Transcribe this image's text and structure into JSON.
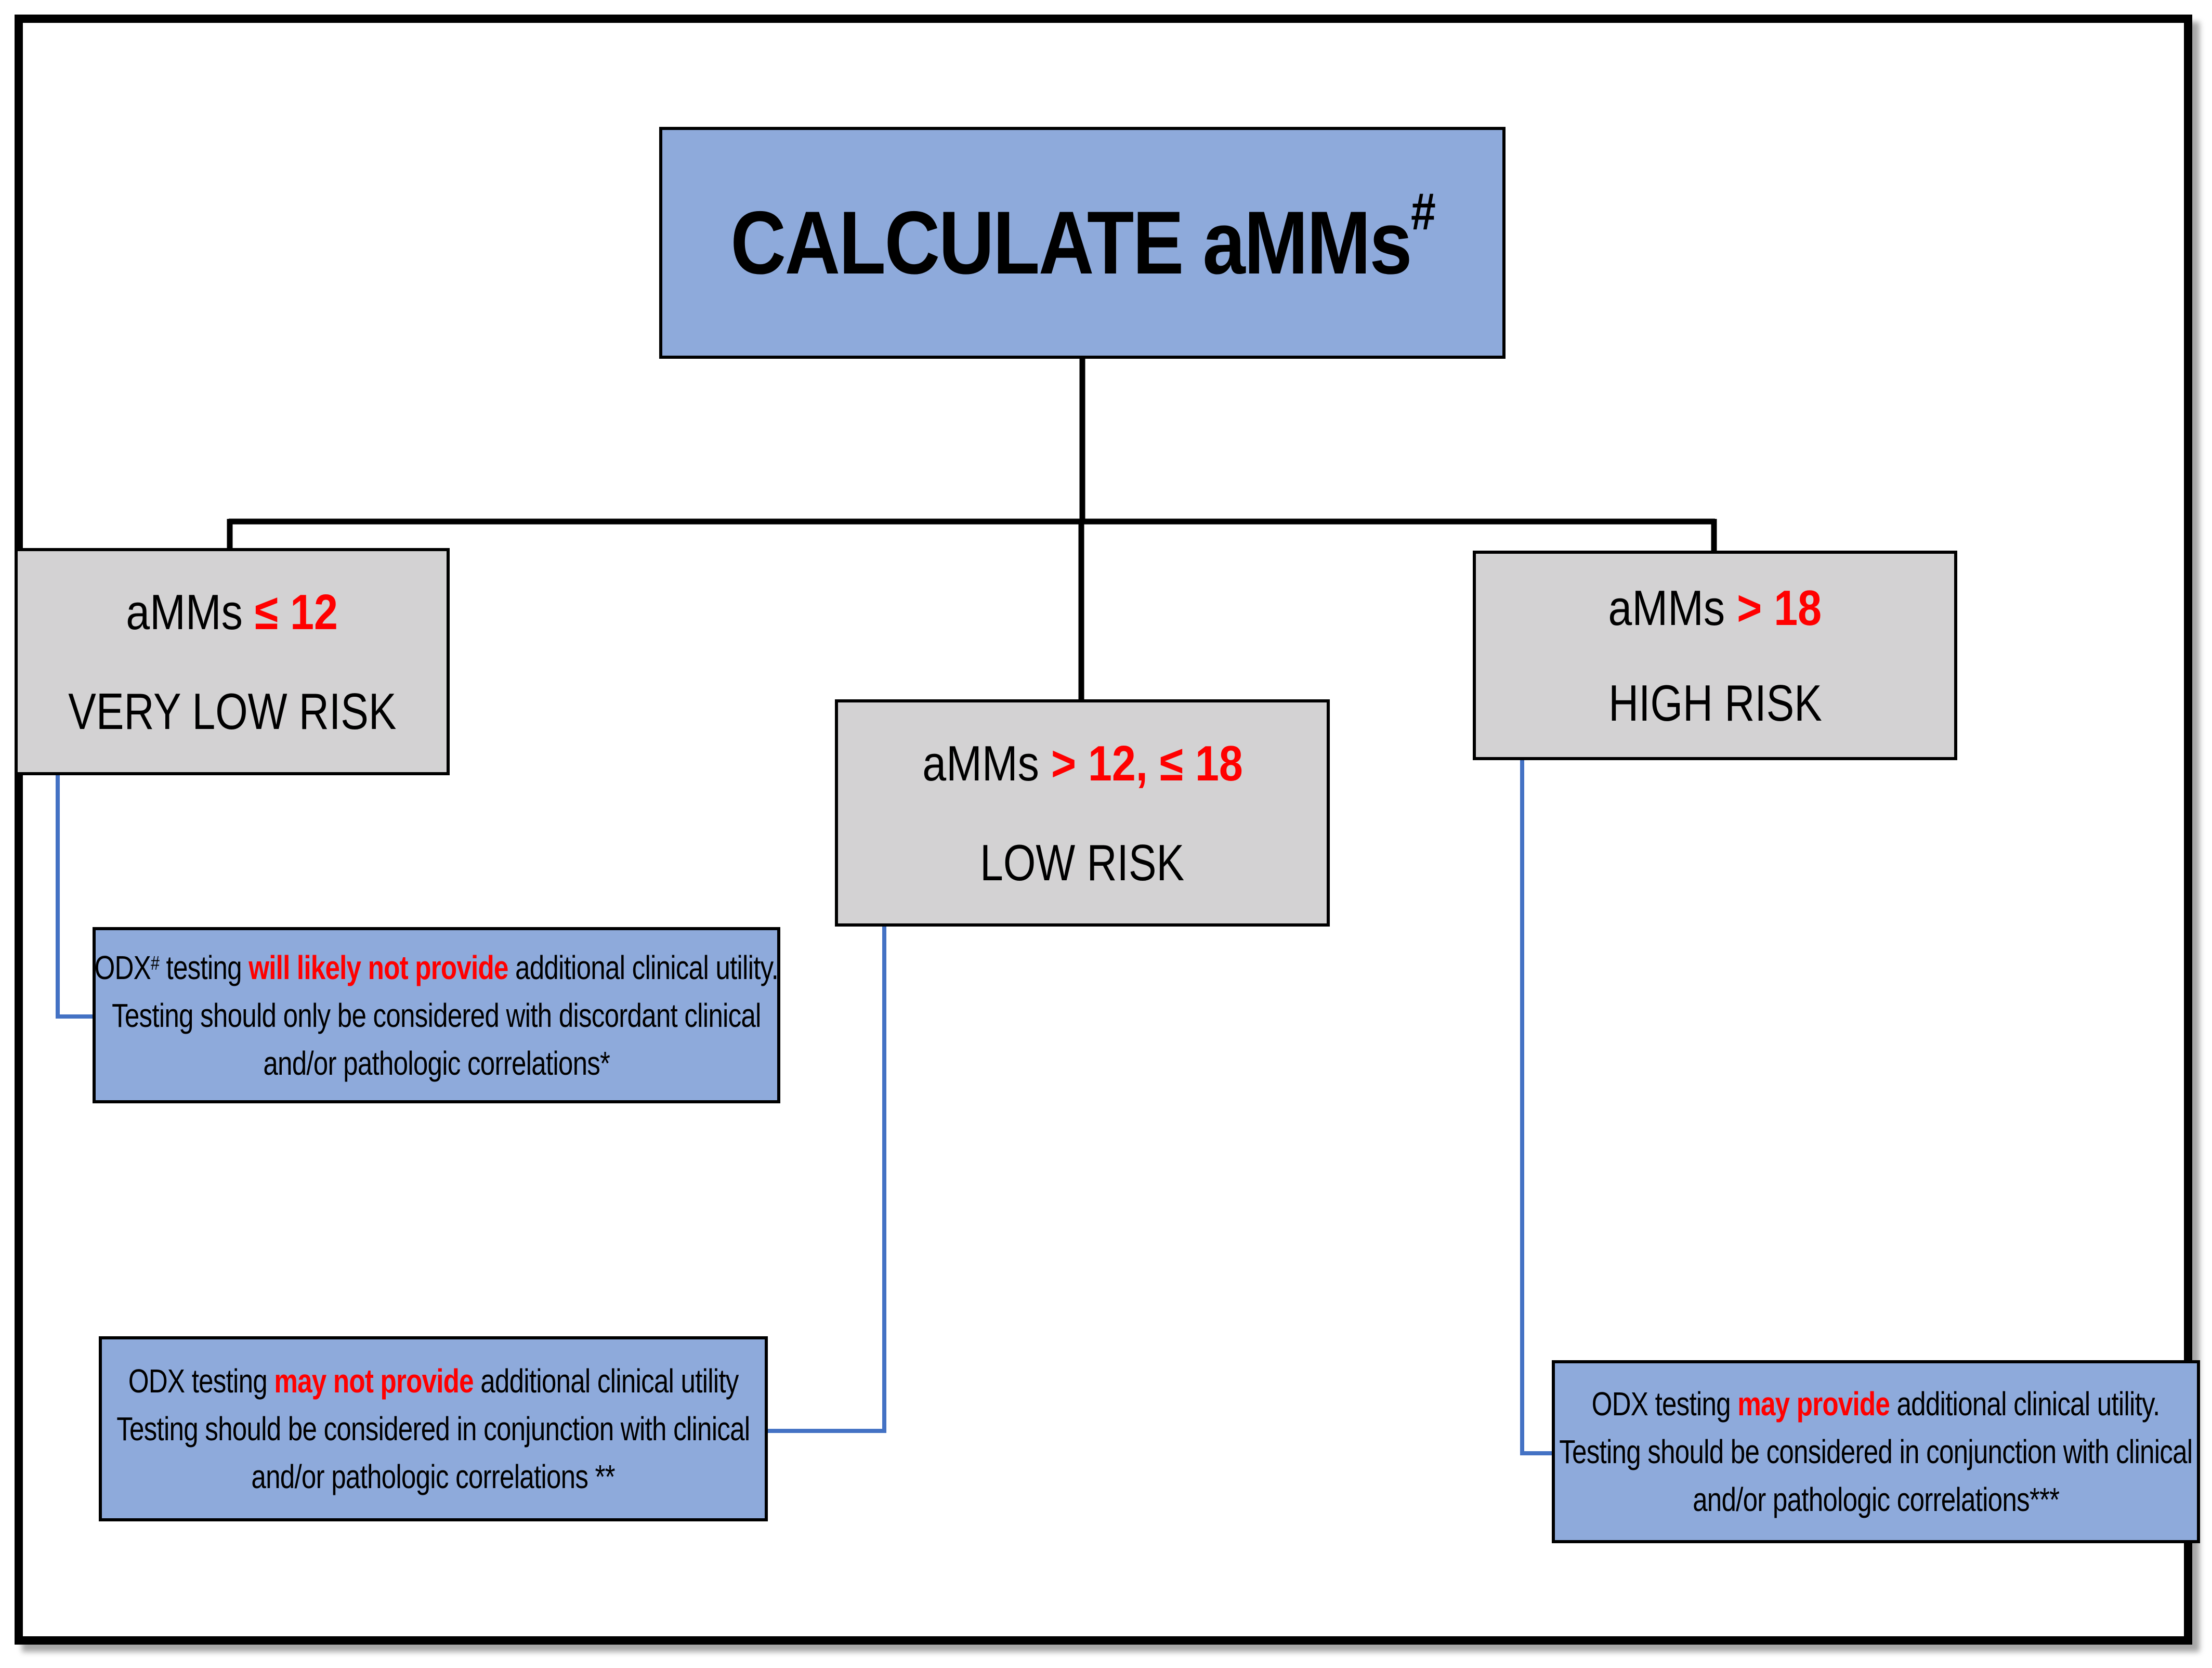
{
  "colors": {
    "box_blue": "#8eaadb",
    "box_gray": "#d3d2d3",
    "emphasis_red": "#ff0000",
    "connector_black": "#000000",
    "connector_blue": "#4472c4"
  },
  "root": {
    "title": "CALCULATE aMMs",
    "superscript": "#"
  },
  "branches": [
    {
      "prefix": "aMMs ",
      "threshold": "≤ 12",
      "risk": "VERY LOW RISK",
      "note": {
        "l1_a": "ODX",
        "l1_sup": "#",
        "l1_b": " testing ",
        "l1_red": "will likely not provide",
        "l1_c": " additional clinical utility.",
        "l2": "Testing should only be considered with discordant clinical",
        "l3": "and/or pathologic correlations*"
      }
    },
    {
      "prefix": "aMMs ",
      "threshold": "> 12, ≤ 18",
      "risk": "LOW RISK",
      "note": {
        "l1_a": "ODX testing ",
        "l1_red": "may not provide",
        "l1_c": " additional clinical  utility",
        "l2": "Testing should be considered in conjunction with clinical",
        "l3": "and/or pathologic correlations **"
      }
    },
    {
      "prefix": "aMMs ",
      "threshold": "> 18",
      "risk": "HIGH RISK",
      "note": {
        "l1_a": "ODX testing ",
        "l1_red": "may provide",
        "l1_c": " additional clinical utility.",
        "l2": "Testing should be considered in conjunction with clinical",
        "l3": "and/or pathologic correlations***"
      }
    }
  ]
}
